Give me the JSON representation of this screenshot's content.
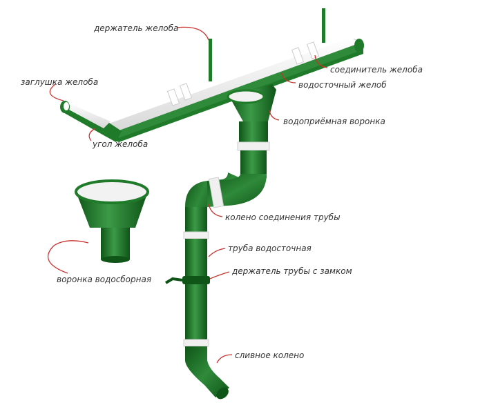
{
  "colors": {
    "pipe_green": "#1f7a2a",
    "pipe_dark": "#0f5518",
    "pipe_light": "#3c9a47",
    "interior_white": "#f2f2f2",
    "leader_red": "#c8302c",
    "label_text": "#333333"
  },
  "labels": {
    "gutter_holder": "держатель желоба",
    "gutter_connector": "соединитель желоба",
    "gutter_end_cap": "заглушка желоба",
    "gutter": "водосточный желоб",
    "inlet_funnel": "водоприёмная воронка",
    "gutter_corner": "угол желоба",
    "pipe_elbow": "колено соединения трубы",
    "drain_pipe": "труба водосточная",
    "catch_funnel": "воронка водосборная",
    "pipe_holder": "держатель трубы с замком",
    "outlet_elbow": "сливное колено"
  }
}
